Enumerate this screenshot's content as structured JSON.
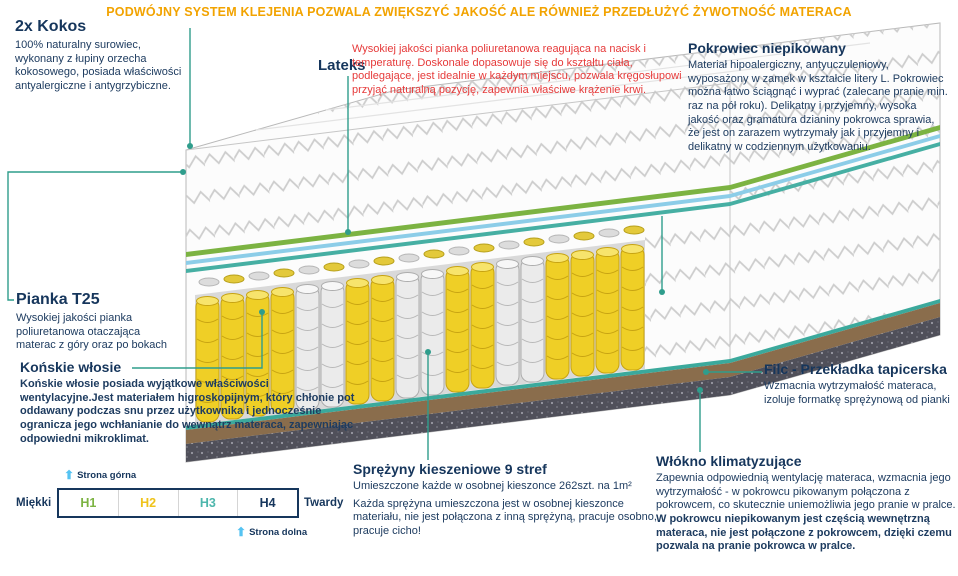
{
  "header": {
    "text": "PODWÓJNY SYSTEM KLEJENIA POZWALA ZWIĘKSZYĆ JAKOŚĆ ALE RÓWNIEŻ PRZEDŁUŻYĆ ŻYWOTNOŚĆ MATERACA"
  },
  "annotations": {
    "kokos": {
      "title": "2x Kokos",
      "text": "100% naturalny surowiec, wykonany z łupiny orzecha kokosowego, posiada właściwości antyalergiczne i antygrzybiczne."
    },
    "lateks": {
      "title": "Lateks",
      "text": "Wysokiej jakości pianka poliuretanowa reagująca na nacisk i temperaturę. Doskonale dopasowuje się do kształtu ciała, podlegające, jest idealnie w każdym miejscu, pozwala kręgosłupowi przyjąć naturalną pozycję, zapewnia właściwe krążenie krwi."
    },
    "pokrowiec": {
      "title": "Pokrowiec niepikowany",
      "text": "Materiał hipoalergiczny, antyuczuleniowy, wyposażony w zamek w kształcie litery L. Pokrowiec można łatwo ściągnąć i wyprać (zalecane pranie min. raz na pół roku). Delikatny i przyjemny, wysoka jakość oraz gramatura dzianiny pokrowca sprawia, że jest on zarazem wytrzymały jak i przyjemny i delikatny w codziennym użytkowaniu."
    },
    "pianka": {
      "title": "Pianka T25",
      "text": "Wysokiej jakości pianka poliuretanowa otaczająca materac z góry oraz po bokach"
    },
    "konskie": {
      "title": "Końskie włosie",
      "text": "Końskie włosie posiada wyjątkowe właściwości wentylacyjne.Jest materiałem higroskopijnym, który chłonie pot oddawany podczas snu przez użytkownika i jednocześnie ogranicza jego wchłanianie do wewnątrz materaca, zapewniając odpowiedni mikroklimat."
    },
    "sprezyny": {
      "title": "Sprężyny kieszeniowe 9 stref",
      "text1": "Umieszczone każde w osobnej kieszonce 262szt. na 1m²",
      "text2": "Każda sprężyna umieszczona jest w osobnej kieszonce materiału, nie jest połączona z inną sprężyną, pracuje osobno, pracuje cicho!"
    },
    "filc": {
      "title": "Filc - Przekładka tapicerska",
      "text": "Wzmacnia wytrzymałość materaca, izoluje formatkę sprężynową od pianki"
    },
    "wlokno": {
      "title": "Włókno klimatyzujące",
      "text_normal": "Zapewnia odpowiednią wentylację materaca, wzmacnia jego wytrzymałość - w pokrowcu pikowanym połączona z pokrowcem, co skutecznie uniemożliwia jego pranie w pralce. ",
      "text_bold": "W pokrowcu niepikowanym jest częścią wewnętrzną materaca, nie jest połączone z pokrowcem, dzięki czemu pozwala na pranie pokrowca w pralce."
    }
  },
  "scale": {
    "top_label": "Strona górna",
    "bottom_label": "Strona dolna",
    "soft_label": "Miękki",
    "hard_label": "Twardy",
    "levels": [
      {
        "label": "H1",
        "color": "#7CB342"
      },
      {
        "label": "H2",
        "color": "#EFC31B"
      },
      {
        "label": "H3",
        "color": "#4DB6AC"
      },
      {
        "label": "H4",
        "color": "#16365C"
      }
    ]
  },
  "icons": {
    "up_arrow": "⬆"
  },
  "colors": {
    "header_orange": "#F2A300",
    "navy": "#16365C",
    "red": "#E63A3A",
    "connector_teal": "#2F9D8C",
    "arrow_blue": "#55C3F2",
    "spring_yellow": "#EFCF26",
    "felt_brown": "#8A6D4C",
    "latex_green": "#7CB342"
  }
}
